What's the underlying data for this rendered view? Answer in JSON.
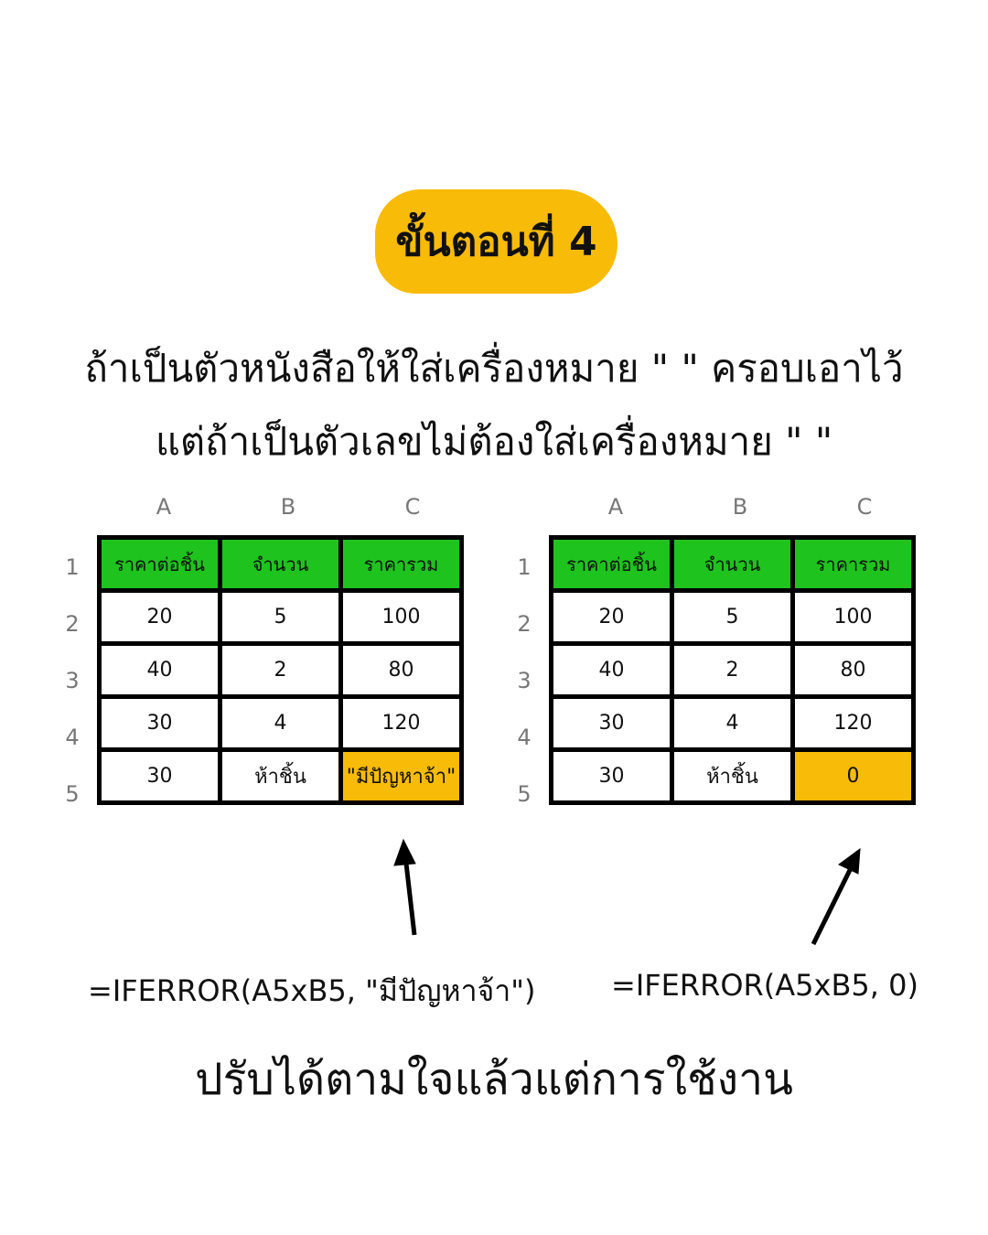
{
  "title": "ขั้นตอนที่ 4",
  "instructions": [
    "ถ้าเป็นตัวหนังสือให้ใส่เครื่องหมาย \" \" ครอบเอาไว้",
    "แต่ถ้าเป็นตัวเลขไม่ต้องใส่เครื่องหมาย \" \""
  ],
  "colors": {
    "header_green": "#1ec31e",
    "highlight_yellow": "#f8bb08"
  },
  "sheets": [
    {
      "columns": [
        "A",
        "B",
        "C"
      ],
      "row_numbers": [
        "1",
        "2",
        "3",
        "4",
        "5"
      ],
      "rows": [
        [
          "ราคาต่อชิ้น",
          "จำนวน",
          "ราคารวม"
        ],
        [
          "20",
          "5",
          "100"
        ],
        [
          "40",
          "2",
          "80"
        ],
        [
          "30",
          "4",
          "120"
        ],
        [
          "30",
          "ห้าชิ้น",
          "\"มีปัญหาจ้า\""
        ]
      ],
      "formula": "=IFERROR(A5xB5, \"มีปัญหาจ้า\")"
    },
    {
      "columns": [
        "A",
        "B",
        "C"
      ],
      "row_numbers": [
        "1",
        "2",
        "3",
        "4",
        "5"
      ],
      "rows": [
        [
          "ราคาต่อชิ้น",
          "จำนวน",
          "ราคารวม"
        ],
        [
          "20",
          "5",
          "100"
        ],
        [
          "40",
          "2",
          "80"
        ],
        [
          "30",
          "4",
          "120"
        ],
        [
          "30",
          "ห้าชิ้น",
          "0"
        ]
      ],
      "formula": "=IFERROR(A5xB5, 0)"
    }
  ],
  "footer": "ปรับได้ตามใจแล้วแต่การใช้งาน"
}
